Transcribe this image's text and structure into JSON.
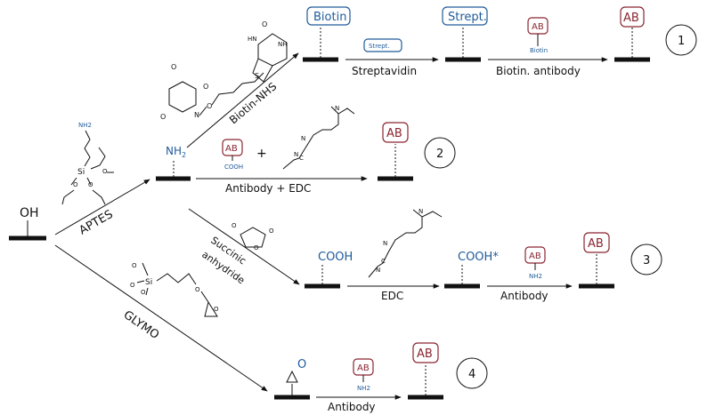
{
  "labels": {
    "oh": "OH",
    "nh2": "NH2",
    "cooh": "COOH",
    "cooh_star": "COOH*",
    "biotin": "Biotin",
    "strept": "Strept.",
    "strept_small": "Strept.",
    "biotin_small": "Biotin",
    "ab": "AB",
    "cooh_small": "COOH",
    "nh2_small": "NH2",
    "plus": "+"
  },
  "reagents": {
    "aptes": "APTES",
    "glymo": "GLYMO",
    "biotin_nhs": "Biotin-NHS",
    "succinic_1": "Succinic",
    "succinic_2": "anhydride"
  },
  "steps": {
    "streptavidin": "Streptavidin",
    "biotin_antibody": "Biotin. antibody",
    "antibody_edc": "Antibody + EDC",
    "edc": "EDC",
    "antibody": "Antibody"
  },
  "routes": [
    "1",
    "2",
    "3",
    "4"
  ]
}
